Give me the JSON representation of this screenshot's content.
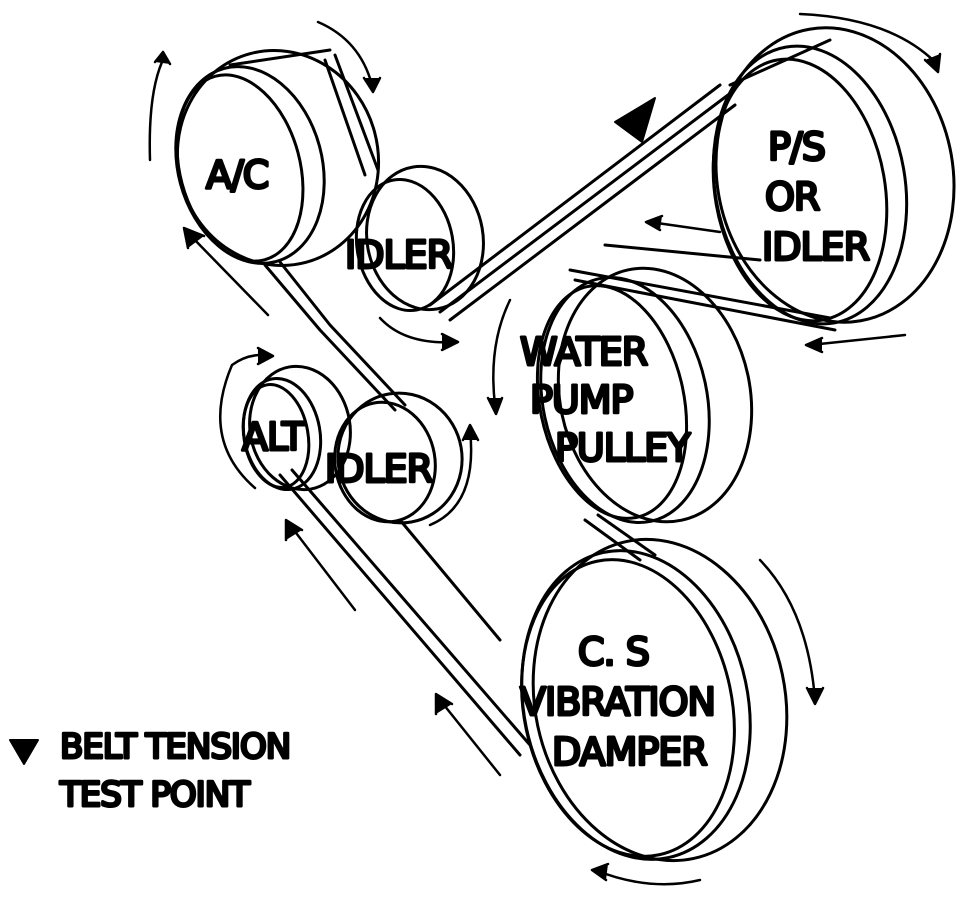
{
  "colors": {
    "ink": "#000000",
    "paper": "#ffffff"
  },
  "pulleys": {
    "ac": {
      "lines": [
        "A/C"
      ]
    },
    "idler_top": {
      "lines": [
        "IDLER"
      ]
    },
    "ps": {
      "lines": [
        "P/S",
        "OR",
        "IDLER"
      ]
    },
    "water_pump": {
      "lines": [
        "WATER",
        "PUMP",
        "PULLEY"
      ]
    },
    "alt": {
      "lines": [
        "ALT"
      ]
    },
    "idler_mid": {
      "lines": [
        "IDLER"
      ]
    },
    "crankshaft": {
      "lines": [
        "C. S",
        "VIBRATION",
        "DAMPER"
      ]
    }
  },
  "legend": {
    "symbol": "triangle-marker-icon",
    "line1": "BELT TENSION",
    "line2": "TEST POINT"
  }
}
